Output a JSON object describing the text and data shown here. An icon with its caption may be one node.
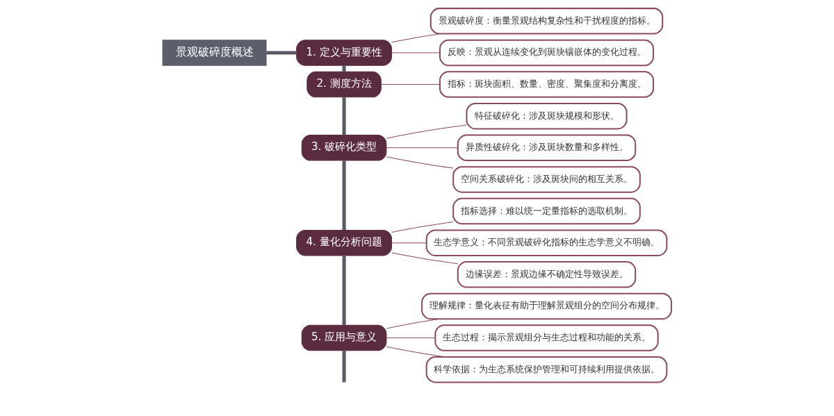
{
  "diagram": {
    "nodes": [
      {
        "text": [
          "景观破碎度概述"
        ]
      },
      {
        "text": [
          "1. 定义与重要性"
        ]
      },
      {
        "text": [
          "景观破碎度：衡量景观结构复杂性和干扰程度的指标。"
        ]
      },
      {
        "text": [
          "反映：景观从连续变化到斑块镶嵌体的变化过程。"
        ]
      },
      {
        "text": [
          "2. 测度方法"
        ]
      },
      {
        "text": [
          "指标：斑块面积、数量、密度、聚集度和分离度。"
        ]
      },
      {
        "text": [
          "3. 破碎化类型"
        ]
      },
      {
        "text": [
          "特征破碎化：涉及斑块规模和形状。"
        ]
      },
      {
        "text": [
          "异质性破碎化：涉及斑块数量和多样性。"
        ]
      },
      {
        "text": [
          "空间关系破碎化：涉及斑块间的相互关系。"
        ]
      },
      {
        "text": [
          "4. 量化分析问题"
        ]
      },
      {
        "text": [
          "指标选择：难以统一定量指标的选取机制。"
        ]
      },
      {
        "text": [
          "生态学意义：不同景观破碎化指标的生态学意义不明确。"
        ]
      },
      {
        "text": [
          "边缘误差：景观边缘不确定性导致误差。"
        ]
      },
      {
        "text": [
          "5. 应用与意义"
        ]
      },
      {
        "text": [
          "理解规律：量化表征有助于理解景观组分的空间分布规律。"
        ]
      },
      {
        "text": [
          "生态过程：揭示景观组分与生态过程和功能的关系。"
        ]
      },
      {
        "text": [
          "科学依据：为生态系统保护管理和可持续利用提供依据。"
        ]
      }
    ],
    "edges": [
      {
        "from": 0,
        "to": 1,
        "arrow": "none",
        "style": "thick",
        "color": "#5a5a66"
      },
      {
        "from": 1,
        "to": 2,
        "arrow": "none"
      },
      {
        "from": 1,
        "to": 3,
        "arrow": "none"
      },
      {
        "from": 1,
        "to": 4,
        "arrow": "none",
        "style": "thick",
        "color": "#5a5a66"
      },
      {
        "from": 4,
        "to": 5,
        "arrow": "none"
      },
      {
        "from": 4,
        "to": 6,
        "arrow": "none",
        "style": "thick",
        "color": "#5a5a66"
      },
      {
        "from": 6,
        "to": 7,
        "arrow": "none"
      },
      {
        "from": 6,
        "to": 8,
        "arrow": "none"
      },
      {
        "from": 6,
        "to": 9,
        "arrow": "none"
      },
      {
        "from": 6,
        "to": 10,
        "arrow": "none",
        "style": "thick",
        "color": "#5a5a66"
      },
      {
        "from": 10,
        "to": 11,
        "arrow": "none"
      },
      {
        "from": 10,
        "to": 12,
        "arrow": "none"
      },
      {
        "from": 10,
        "to": 13,
        "arrow": "none"
      },
      {
        "from": 10,
        "to": 14,
        "arrow": "none",
        "style": "thick",
        "color": "#5a5a66"
      },
      {
        "from": 14,
        "to": 15,
        "arrow": "none"
      },
      {
        "from": 14,
        "to": 16,
        "arrow": "none"
      },
      {
        "from": 14,
        "to": 17,
        "arrow": "none"
      },
      {
        "from": 14,
        "to": null,
        "arrow": "none",
        "style": "thick",
        "color": "#5a5a66"
      }
    ]
  }
}
